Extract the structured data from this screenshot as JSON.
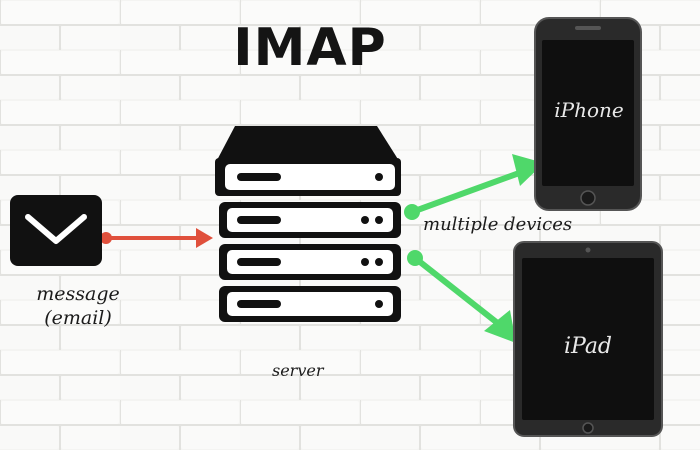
{
  "diagram": {
    "title": "IMAP",
    "labels": {
      "message_line1": "message",
      "message_line2": "(email)",
      "server": "server",
      "devices": "multiple devices",
      "iphone": "iPhone",
      "ipad": "iPad"
    },
    "icons": {
      "envelope": "envelope-icon",
      "server": "server-rack-icon",
      "phone": "smartphone-icon",
      "tablet": "tablet-icon"
    },
    "colors": {
      "inbound_arrow": "#e0503c",
      "outbound_arrow": "#4fd86a",
      "device_body": "#2a2a2a",
      "screen": "#111111"
    }
  }
}
